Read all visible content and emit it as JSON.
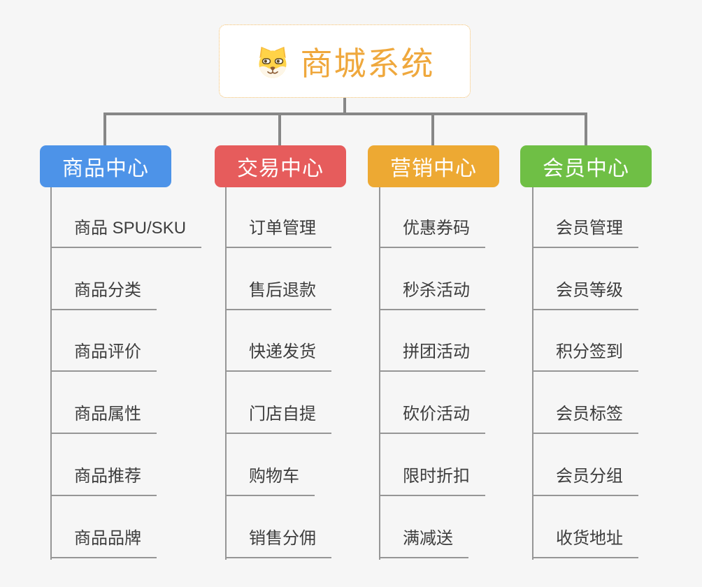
{
  "root": {
    "title": "商城系统",
    "icon": "dog-face-icon",
    "text_color": "#EFA83D",
    "border_color": "#F2BC66"
  },
  "branches": [
    {
      "label": "商品中心",
      "color": "#4D93E8",
      "children": [
        "商品 SPU/SKU",
        "商品分类",
        "商品评价",
        "商品属性",
        "商品推荐",
        "商品品牌"
      ]
    },
    {
      "label": "交易中心",
      "color": "#E65C5C",
      "children": [
        "订单管理",
        "售后退款",
        "快递发货",
        "门店自提",
        "购物车",
        "销售分佣"
      ]
    },
    {
      "label": "营销中心",
      "color": "#EDA933",
      "children": [
        "优惠券码",
        "秒杀活动",
        "拼团活动",
        "砍价活动",
        "限时折扣",
        "满减送"
      ]
    },
    {
      "label": "会员中心",
      "color": "#6FBF45",
      "children": [
        "会员管理",
        "会员等级",
        "积分签到",
        "会员标签",
        "会员分组",
        "收货地址"
      ]
    }
  ],
  "colors": {
    "background": "#F6F6F6",
    "connector_thick": "#878787",
    "connector_thin": "#969696",
    "leaf_text": "#3D3D3D",
    "branch_text": "#FFFFFF"
  }
}
